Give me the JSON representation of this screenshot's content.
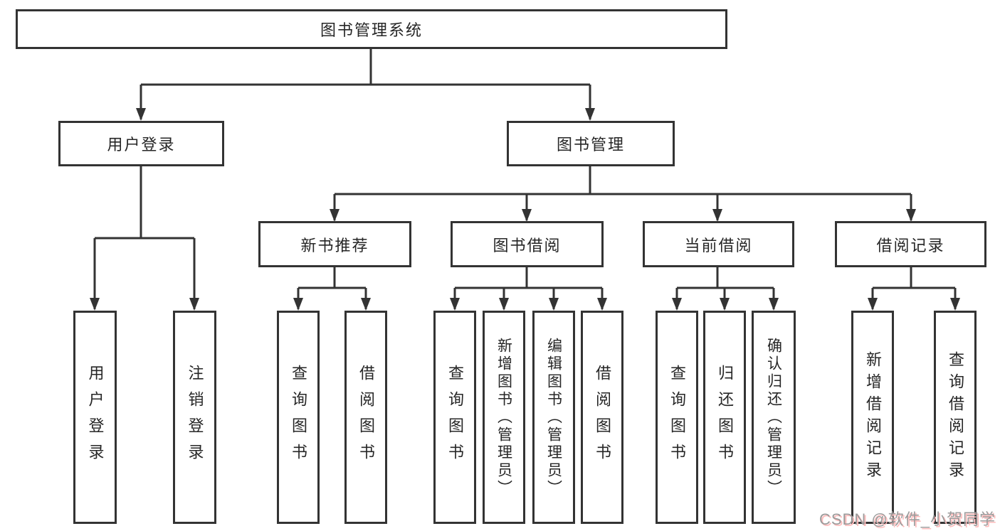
{
  "diagram": {
    "title": "图书管理系统",
    "nodes": {
      "root": "图书管理系统",
      "user_login": "用户登录",
      "book_mgmt": "图书管理",
      "new_book_rec": "新书推荐",
      "book_borrow": "图书借阅",
      "current_borrow": "当前借阅",
      "borrow_record": "借阅记录",
      "leaf_user_login": "用户登录",
      "leaf_logout": "注销登录",
      "leaf_query_book_1": "查询图书",
      "leaf_borrow_book_1": "借阅图书",
      "leaf_query_book_2": "查询图书",
      "leaf_add_book": "新增图书（管理员）",
      "leaf_edit_book": "编辑图书（管理员）",
      "leaf_borrow_book_2": "借阅图书",
      "leaf_query_book_3": "查询图书",
      "leaf_return_book": "归还图书",
      "leaf_confirm_return": "确认归还（管理员）",
      "leaf_add_record": "新增借阅记录",
      "leaf_query_record": "查询借阅记录"
    },
    "colors": {
      "line": "#333333",
      "border": "#333333",
      "text": "#262626",
      "background": "#ffffff"
    }
  },
  "watermark": {
    "text": "CSDN @软件_小贺同学",
    "color": "#9b9b9b",
    "shadow_color": "#ffbcbc"
  }
}
